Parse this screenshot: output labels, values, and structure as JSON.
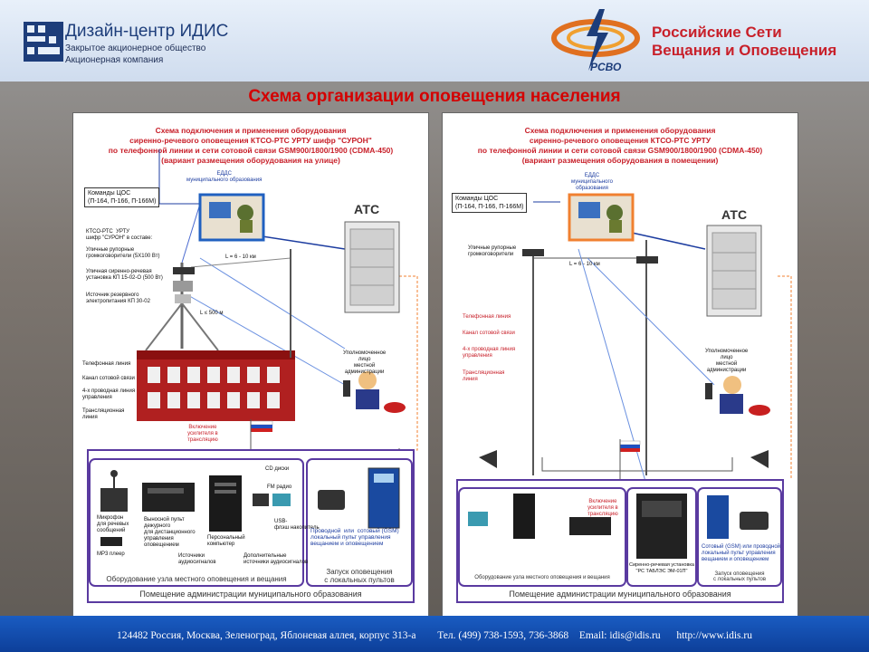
{
  "header": {
    "company_name": "Дизайн-центр ИДИС",
    "company_sub1": "Закрытое акционерное общество",
    "company_sub2": "Акционерная компания",
    "rsvo_line1": "Российские Сети",
    "rsvo_line2": "Вещания и Оповещения",
    "rsvo_abbr": "РСВО"
  },
  "title": "Схема организации оповещения населения",
  "left_panel": {
    "title_lines": [
      "Схема подключения и применения оборудования",
      "сиренно-речевого оповещения  КТСО-РТС УРТУ шифр \"СУРОН\"",
      "по телефонной линии и сети сотовой связи GSM900/1800/1900 (CDMA-450)",
      "(вариант размещения оборудования на улице)"
    ],
    "commands": "Команды ЦОС\n(П-164, П-166, П-166М)",
    "edds": "ЕДДС\nмуниципального образования",
    "atc": "АТС",
    "ktso": "КТСО-РТС  УРТУ\nшифр \"СУРОН\" в составе:",
    "horns": "Уличные рупорные\nгромкоговорители (5Х100 Вт)",
    "siren": "Уличная сиренно-речевая\nустановка КП 15-02-О (500 Вт)",
    "power": "Источник резервного\nэлектропитания КП 30-02",
    "dist1": "L = 6 - 10 км",
    "dist2": "L ≤ 500 м",
    "official": "Уполномоченное\nлицо\nместной\nадминистрации",
    "legend": [
      "Телефонная линия",
      "Канал сотовой связи",
      "4-х проводная линия\nуправления",
      "Трансляционная\nлиния"
    ],
    "amp": "Включение\nусилителя в\nтрансляцию",
    "mic": "Микрофон\nдля речевых\nсообщений",
    "remote": "Выносной пульт\nдежурного\nдля дистанционного\nуправления\nоповещением",
    "pc": "Персональный\nкомпьютер",
    "cd": "CD диски",
    "fm": "FM радио",
    "usb": "USB-\nфлэш накопитель",
    "sources": "Источники\nаудиосигналов",
    "extra": "Дополнительные\nисточники аудиосигналов",
    "mp3": "MP3 плеер",
    "phone": "Проводной  или  сотовый (GSM)\nлокальный пульт управления\nвещанием и оповещением",
    "equip_label": "Оборудование узла местного оповещения и вещания",
    "launch_label": "Запуск оповещения\nс локальных пультов",
    "room_label": "Помещение администрации муниципального образования"
  },
  "right_panel": {
    "title_lines": [
      "Схема подключения и применения оборудования",
      "сиренно-речевого оповещения  КТСО-РТС УРТУ",
      "по телефонной линии и сети сотовой связи GSM900/1800/1900 (CDMA-450)",
      "(вариант размещения оборудования в помещении)"
    ],
    "commands": "Команды ЦОС\n(П-164, П-166, П-166М)",
    "edds": "ЕДДС\nмуниципального\nобразования",
    "atc": "АТС",
    "horns": "Уличные рупорные\nгромкоговорители",
    "dist1": "L = 6 - 10 км",
    "legend": [
      "Телефонная линия",
      "Канал сотовой связи",
      "4-х проводная линия\nуправления",
      "Трансляционная\nлиния"
    ],
    "official": "Уполномоченное\nлицо\nместной\nадминистрации",
    "amp": "Включение\nусилителя в\nтрансляцию",
    "siren_unit": "Сиренно-речевая установка\n\"РС ТАБЛЭС ЭМ-01П\"",
    "phone": "Сотовый (GSM) или проводной\nлокальный пульт управления\nвещанием и оповещением",
    "equip_label": "Оборудование узла местного оповещения и вещания",
    "launch_label": "Запуск оповещения\nс локальных пультов",
    "room_label": "Помещение администрации муниципального образования"
  },
  "footer": {
    "address": "124482 Россия, Москва, Зеленоград, Яблоневая аллея, корпус 313-а",
    "phone": "Тел. (499) 738-1593, 736-3868",
    "email": "Email: idis@idis.ru",
    "url": "http://www.idis.ru"
  },
  "colors": {
    "accent_red": "#c8202a",
    "brand_blue": "#1d3d7a",
    "footer_blue": "#0d3f9a"
  }
}
